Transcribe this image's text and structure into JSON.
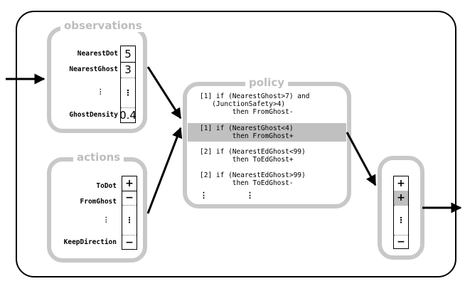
{
  "observations": {
    "title": "observations",
    "rows": [
      {
        "label": "NearestDot",
        "value": "5"
      },
      {
        "label": "NearestGhost",
        "value": "3"
      },
      {
        "label": "⋮",
        "value": "⋮"
      },
      {
        "label": "GhostDensity",
        "value": "0.4"
      }
    ]
  },
  "actions": {
    "title": "actions",
    "rows": [
      {
        "label": "ToDot",
        "value": "+"
      },
      {
        "label": "FromGhost",
        "value": "−"
      },
      {
        "label": "⋮",
        "value": "⋮"
      },
      {
        "label": "KeepDirection",
        "value": "−"
      }
    ]
  },
  "policy": {
    "title": "policy",
    "rules": [
      {
        "id": "[1]",
        "text": "if (NearestGhost>7) and\n   (JunctionSafety>4)\n        then FromGhost-",
        "highlighted": false
      },
      {
        "id": "[1]",
        "text": "if (NearestGhost<4)\n        then FromGhost+",
        "highlighted": true
      },
      {
        "id": "[2]",
        "text": "if (NearestEdGhost<99)\n        then ToEdGhost+",
        "highlighted": false
      },
      {
        "id": "[2]",
        "text": "if (NearestEdGhost>99)\n        then ToEdGhost-",
        "highlighted": false
      }
    ],
    "more_left": "⋮",
    "more_right": "⋮"
  },
  "output": {
    "cells": [
      "+",
      "+",
      "⋮",
      "−"
    ],
    "highlight_color": "#c0c0c0"
  }
}
